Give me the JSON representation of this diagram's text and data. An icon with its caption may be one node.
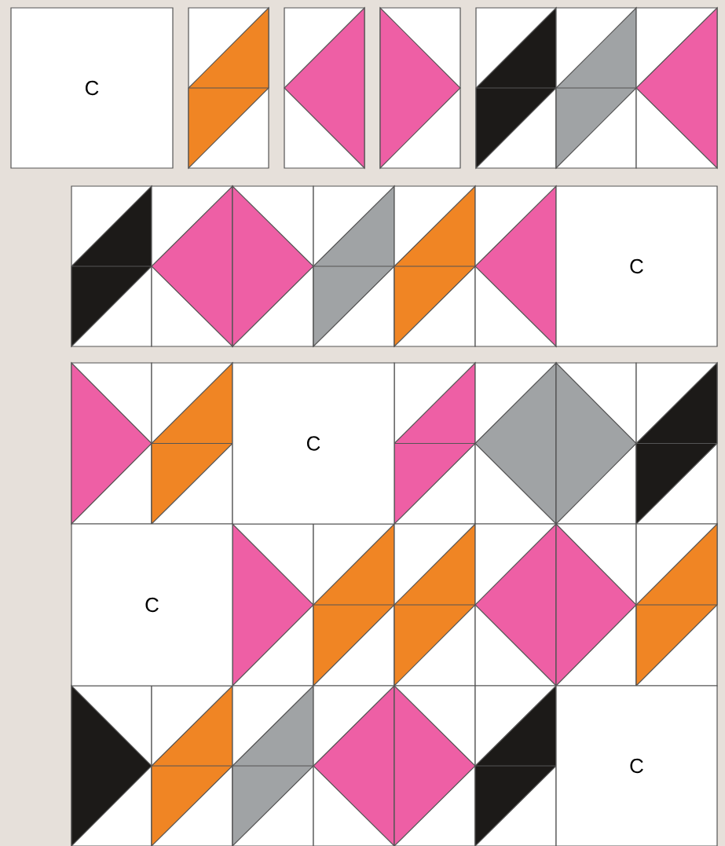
{
  "diagram": {
    "nodes": [
      {
        "text": [
          "C"
        ]
      },
      {
        "text": [
          "C"
        ]
      },
      {
        "text": [
          "C"
        ]
      },
      {
        "text": [
          "C"
        ]
      },
      {
        "text": [
          "C"
        ]
      }
    ]
  }
}
